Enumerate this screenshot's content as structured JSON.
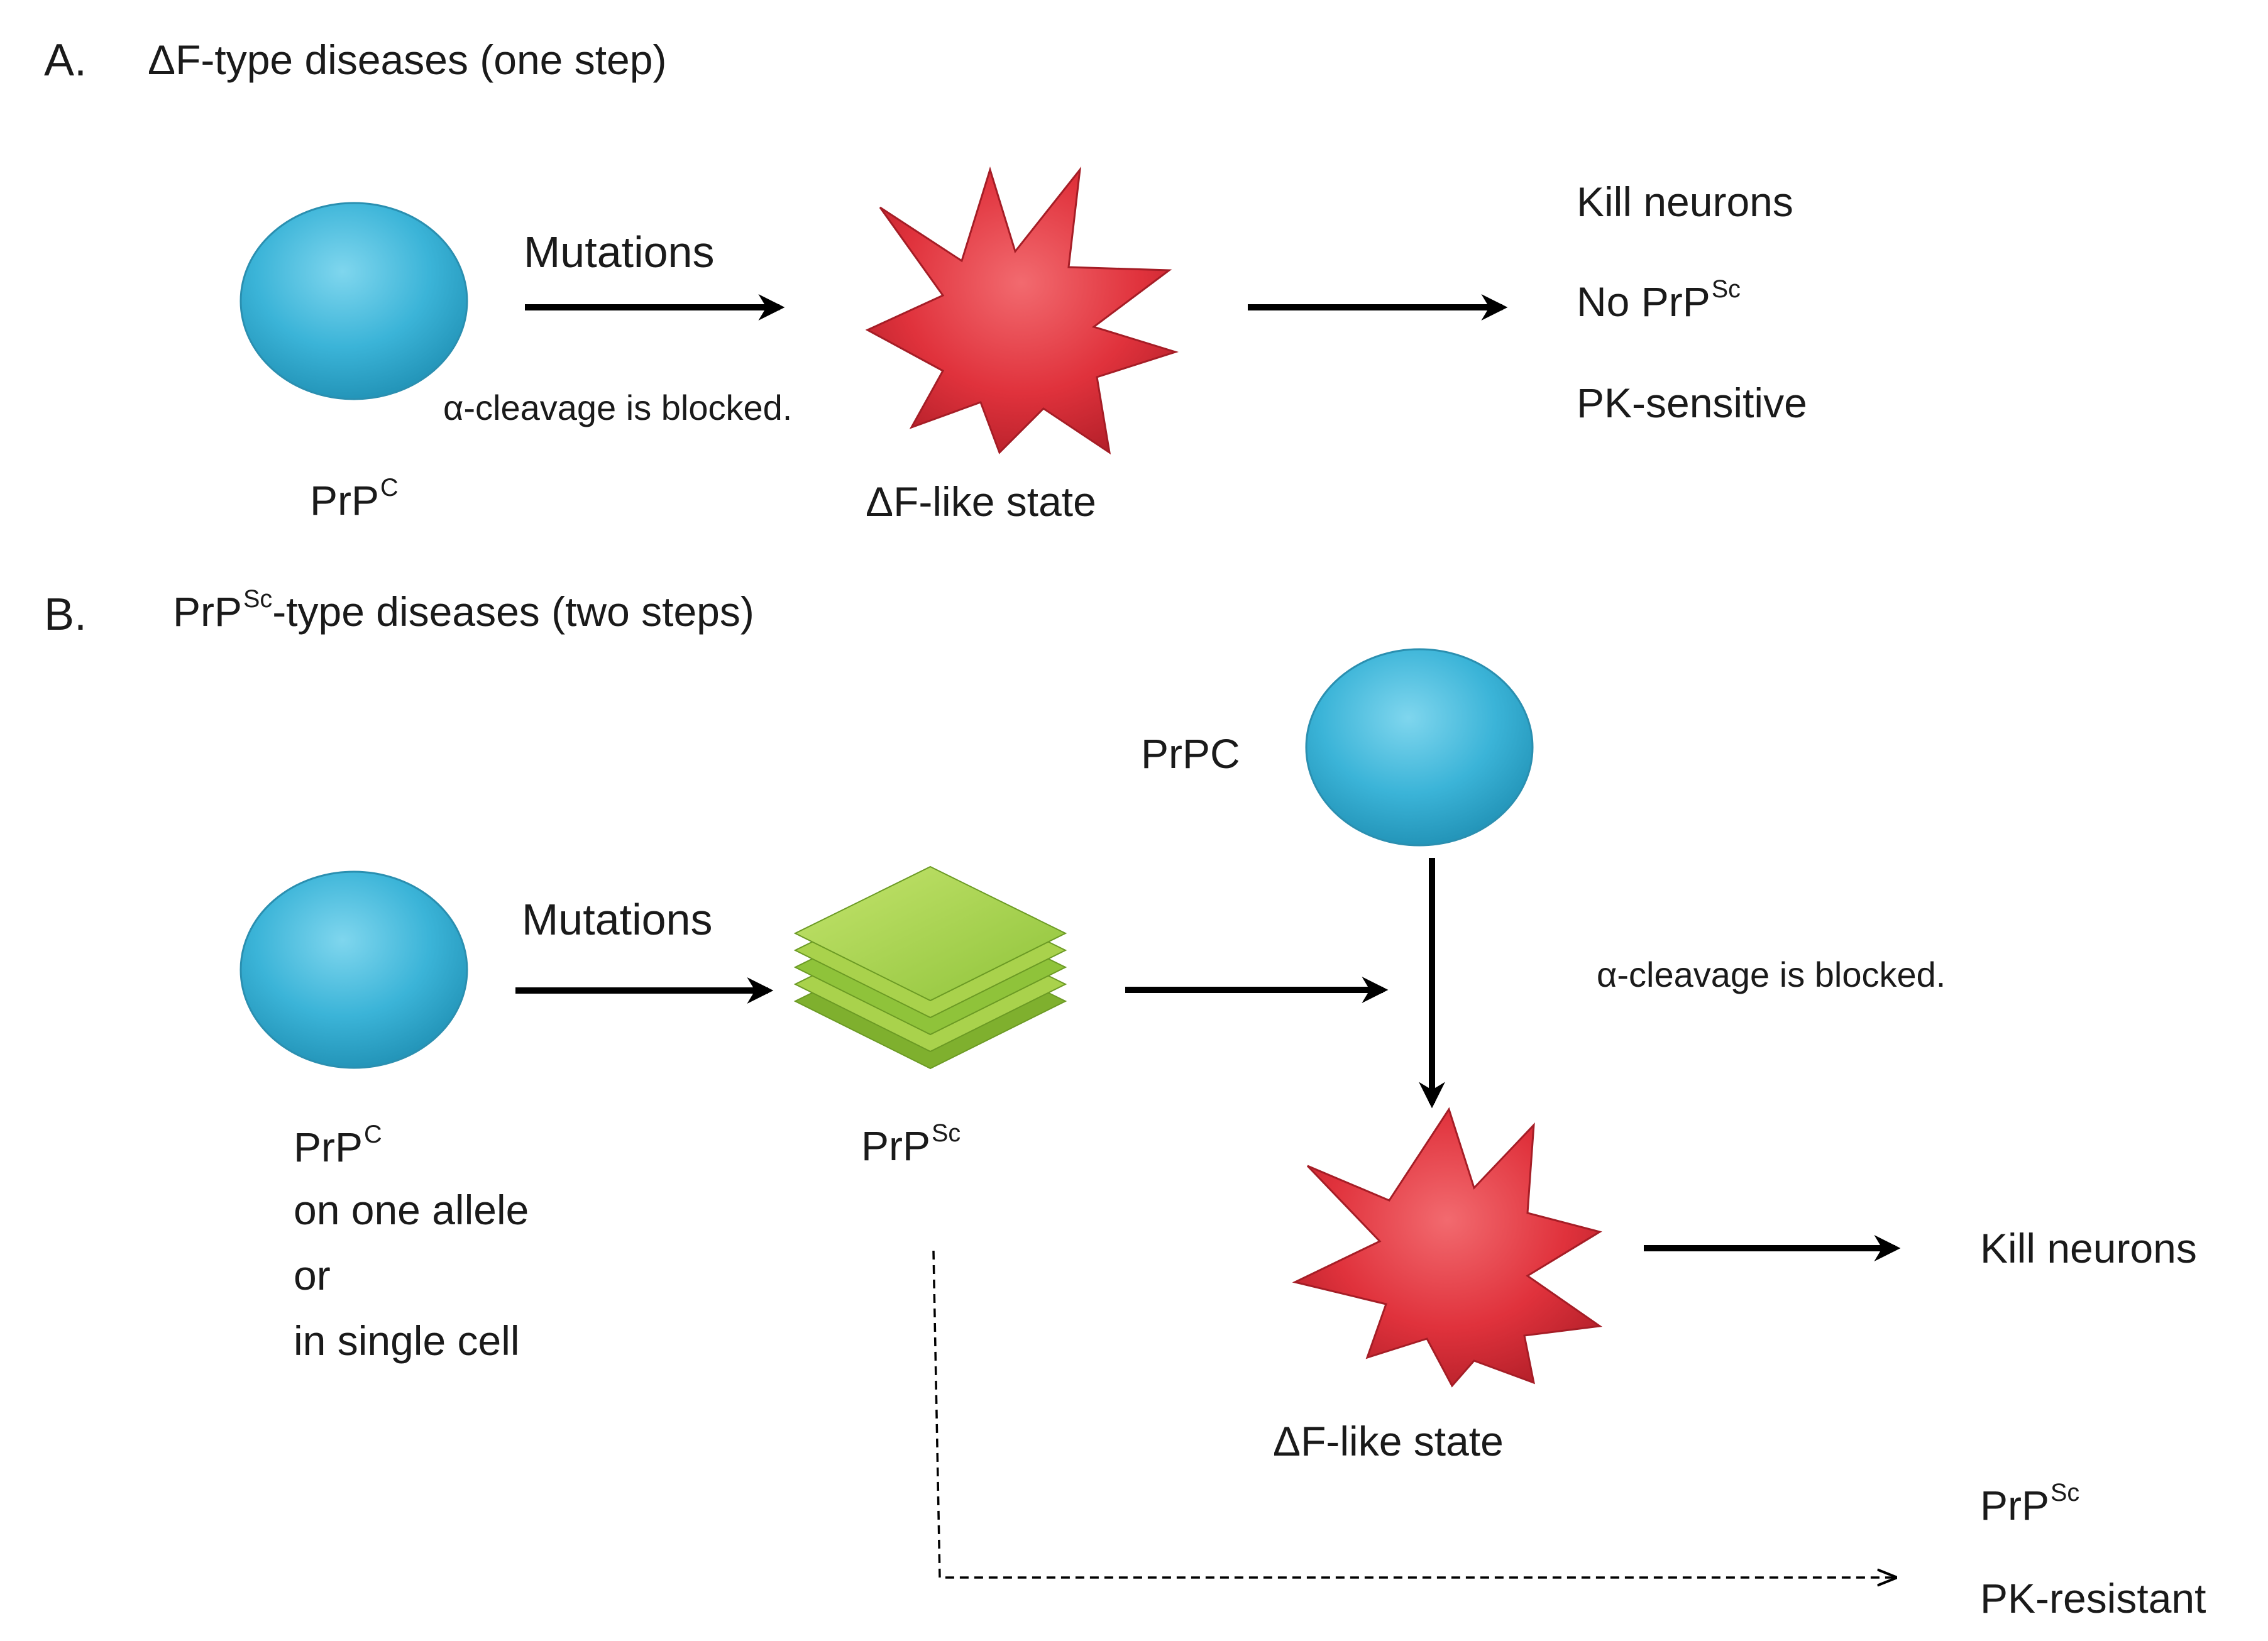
{
  "panel_a": {
    "letter": "A.",
    "title": "ΔF-type diseases (one step)",
    "prpc_label_main": "PrP",
    "prpc_label_sup": "C",
    "mutations_label": "Mutations",
    "alpha_cleavage_note": "α-cleavage is blocked.",
    "df_like_label": "ΔF-like state",
    "outcomes": {
      "kill": "Kill neurons",
      "no_prpsc_main": "No PrP",
      "no_prpsc_sup": "Sc",
      "pk": "PK-sensitive"
    }
  },
  "panel_b": {
    "letter": "B.",
    "title_main": "PrP",
    "title_sup": "Sc",
    "title_rest": "-type diseases (two steps)",
    "prpc_top_label": "PrPC",
    "prpc_label_main": "PrP",
    "prpc_label_sup": "C",
    "prpc_lines": [
      "on one allele",
      "or",
      "in single cell"
    ],
    "mutations_label": "Mutations",
    "prpsc_label_main": "PrP",
    "prpsc_label_sup": "Sc",
    "alpha_cleavage_note": "α-cleavage is blocked.",
    "df_like_label": "ΔF-like state",
    "kill": "Kill neurons",
    "final_prpsc_main": "PrP",
    "final_prpsc_sup": "Sc",
    "pk": "PK-resistant"
  },
  "colors": {
    "prpc_blue": "#3bb4d8",
    "star_red": "#e0323c",
    "sheet_green": "#9acd3c",
    "arrow": "#000000"
  }
}
